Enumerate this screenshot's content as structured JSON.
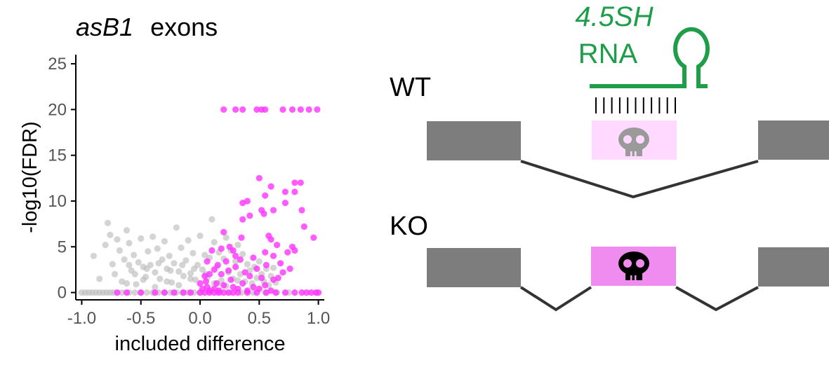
{
  "chart_data": {
    "type": "scatter",
    "title_gene": "asB1",
    "title_suffix": "exons",
    "xlabel": "included difference",
    "ylabel": "-log10(FDR)",
    "xlim": [
      -1.05,
      1.05
    ],
    "ylim": [
      -0.8,
      26
    ],
    "xticks": [
      "-1.0",
      "-0.5",
      "0.0",
      "0.5",
      "1.0"
    ],
    "xtick_values": [
      -1.0,
      -0.5,
      0.0,
      0.5,
      1.0
    ],
    "yticks": [
      "0",
      "5",
      "10",
      "15",
      "20",
      "25"
    ],
    "ytick_values": [
      0,
      5,
      10,
      15,
      20,
      25
    ],
    "grid": false,
    "series": [
      {
        "color": "#bdbdbd",
        "points": [
          [
            -1.0,
            0
          ],
          [
            -0.97,
            0
          ],
          [
            -0.94,
            0
          ],
          [
            -0.91,
            0
          ],
          [
            -0.88,
            0
          ],
          [
            -0.85,
            0
          ],
          [
            -0.82,
            0
          ],
          [
            -0.79,
            0
          ],
          [
            -0.76,
            0
          ],
          [
            -0.73,
            0
          ],
          [
            -0.9,
            4.0
          ],
          [
            -0.8,
            5.2
          ],
          [
            -0.78,
            7.6
          ],
          [
            -0.76,
            6.3
          ],
          [
            -0.74,
            3.1
          ],
          [
            -0.72,
            2.0
          ],
          [
            -0.7,
            5.8
          ],
          [
            -0.68,
            4.6
          ],
          [
            -0.66,
            1.2
          ],
          [
            -0.64,
            3.6
          ],
          [
            -0.62,
            6.8
          ],
          [
            -0.6,
            5.4
          ],
          [
            -0.58,
            2.4
          ],
          [
            -0.56,
            4.1
          ],
          [
            -0.54,
            0.9
          ],
          [
            -0.52,
            3.3
          ],
          [
            -0.5,
            5.9
          ],
          [
            -0.48,
            2.8
          ],
          [
            -0.46,
            1.7
          ],
          [
            -0.44,
            4.5
          ],
          [
            -0.42,
            3.0
          ],
          [
            -0.4,
            6.1
          ],
          [
            -0.38,
            2.2
          ],
          [
            -0.36,
            4.8
          ],
          [
            -0.34,
            1.5
          ],
          [
            -0.32,
            3.6
          ],
          [
            -0.3,
            5.6
          ],
          [
            -0.28,
            2.6
          ],
          [
            -0.26,
            4.0
          ],
          [
            -0.24,
            1.1
          ],
          [
            -0.22,
            3.2
          ],
          [
            -0.2,
            7.1
          ],
          [
            -0.18,
            2.3
          ],
          [
            -0.16,
            4.9
          ],
          [
            -0.14,
            1.8
          ],
          [
            -0.12,
            3.5
          ],
          [
            -0.1,
            5.7
          ],
          [
            -0.08,
            2.1
          ],
          [
            -0.06,
            4.3
          ],
          [
            -0.04,
            1.4
          ],
          [
            -0.02,
            3.0
          ],
          [
            0.0,
            6.2
          ],
          [
            0.02,
            2.5
          ],
          [
            0.04,
            4.1
          ],
          [
            0.06,
            1.6
          ],
          [
            0.08,
            3.8
          ],
          [
            0.1,
            8.0
          ],
          [
            0.12,
            5.5
          ],
          [
            0.14,
            2.8
          ],
          [
            0.16,
            4.4
          ],
          [
            0.18,
            1.3
          ],
          [
            0.2,
            3.7
          ],
          [
            0.22,
            6.0
          ],
          [
            0.24,
            2.2
          ],
          [
            0.26,
            4.6
          ],
          [
            0.28,
            1.5
          ],
          [
            0.3,
            3.4
          ],
          [
            0.32,
            5.2
          ],
          [
            0.34,
            2.0
          ],
          [
            0.36,
            4.2
          ],
          [
            0.38,
            1.2
          ],
          [
            0.4,
            3.1
          ],
          [
            0.42,
            2.4
          ],
          [
            0.44,
            1.0
          ],
          [
            0.46,
            2.8
          ],
          [
            0.48,
            1.6
          ],
          [
            0.5,
            3.4
          ],
          [
            0.52,
            2.0
          ],
          [
            0.54,
            1.2
          ],
          [
            0.56,
            2.6
          ],
          [
            0.58,
            0.8
          ],
          [
            0.6,
            1.8
          ],
          [
            0.62,
            2.7
          ],
          [
            0.64,
            1.1
          ],
          [
            -0.85,
            1.5
          ],
          [
            -0.6,
            3.0
          ],
          [
            -0.55,
            2.0
          ],
          [
            -0.45,
            2.6
          ],
          [
            -0.35,
            3.2
          ],
          [
            -0.25,
            2.4
          ],
          [
            -0.15,
            3.0
          ],
          [
            -0.05,
            2.6
          ],
          [
            0.05,
            2.0
          ],
          [
            -0.62,
            1.0
          ],
          [
            -0.48,
            1.4
          ],
          [
            -0.38,
            0.6
          ],
          [
            -0.28,
            1.2
          ],
          [
            -0.18,
            0.8
          ],
          [
            -0.08,
            1.5
          ],
          [
            0.12,
            1.0
          ],
          [
            0.22,
            0.7
          ],
          [
            0.32,
            1.3
          ],
          [
            -0.66,
            0
          ],
          [
            -0.6,
            0
          ],
          [
            -0.55,
            0
          ],
          [
            -0.5,
            0
          ],
          [
            -0.45,
            0
          ],
          [
            -0.4,
            0
          ],
          [
            -0.35,
            0
          ],
          [
            -0.3,
            0
          ],
          [
            -0.25,
            0
          ],
          [
            -0.2,
            0
          ],
          [
            -0.15,
            0
          ],
          [
            -0.1,
            0
          ],
          [
            -0.05,
            0
          ],
          [
            0.0,
            0
          ],
          [
            0.15,
            0
          ],
          [
            0.25,
            0
          ],
          [
            0.35,
            0
          ],
          [
            0.45,
            0
          ],
          [
            0.55,
            0
          ],
          [
            0.65,
            0
          ],
          [
            0.75,
            0
          ]
        ]
      },
      {
        "color": "#ff33ff",
        "points": [
          [
            0.2,
            20
          ],
          [
            0.3,
            20
          ],
          [
            0.36,
            20
          ],
          [
            0.48,
            20
          ],
          [
            0.52,
            20
          ],
          [
            0.55,
            20
          ],
          [
            0.7,
            20
          ],
          [
            0.78,
            20
          ],
          [
            0.85,
            20
          ],
          [
            0.92,
            20
          ],
          [
            0.99,
            20
          ],
          [
            0.5,
            12.5
          ],
          [
            0.54,
            8.6
          ],
          [
            0.55,
            10.6
          ],
          [
            0.6,
            11.6
          ],
          [
            0.62,
            9.0
          ],
          [
            0.72,
            11.0
          ],
          [
            0.8,
            11.0
          ],
          [
            0.8,
            12.0
          ],
          [
            0.85,
            12.0
          ],
          [
            0.72,
            9.8
          ],
          [
            0.86,
            9.0
          ],
          [
            0.88,
            7.2
          ],
          [
            0.36,
            8.0
          ],
          [
            0.4,
            10.0
          ],
          [
            0.42,
            8.4
          ],
          [
            0.36,
            9.8
          ],
          [
            0.52,
            9.0
          ],
          [
            0.96,
            6.0
          ],
          [
            0.78,
            5.0
          ],
          [
            0.58,
            6.2
          ],
          [
            0.6,
            5.8
          ],
          [
            0.65,
            5.2
          ],
          [
            0.55,
            4.4
          ],
          [
            0.45,
            3.8
          ],
          [
            0.28,
            4.6
          ],
          [
            0.3,
            4.0
          ],
          [
            0.22,
            3.4
          ],
          [
            0.25,
            5.0
          ],
          [
            0.35,
            6.0
          ],
          [
            0.2,
            6.6
          ],
          [
            0.18,
            4.8
          ],
          [
            0.15,
            3.0
          ],
          [
            0.12,
            2.5
          ],
          [
            0.1,
            4.6
          ],
          [
            0.08,
            2.0
          ],
          [
            0.05,
            1.2
          ],
          [
            0.06,
            3.4
          ],
          [
            0.14,
            1.0
          ],
          [
            0.18,
            2.0
          ],
          [
            0.24,
            2.4
          ],
          [
            0.3,
            2.8
          ],
          [
            0.34,
            3.6
          ],
          [
            0.38,
            2.2
          ],
          [
            0.42,
            1.8
          ],
          [
            0.48,
            2.6
          ],
          [
            0.52,
            1.6
          ],
          [
            0.56,
            3.0
          ],
          [
            0.62,
            4.0
          ],
          [
            0.68,
            3.2
          ],
          [
            0.74,
            4.4
          ],
          [
            0.8,
            4.6
          ],
          [
            0.7,
            2.2
          ],
          [
            0.62,
            1.4
          ],
          [
            0.55,
            0.8
          ],
          [
            0.45,
            0.6
          ],
          [
            0.36,
            1.0
          ],
          [
            0.28,
            0.6
          ],
          [
            0.2,
            0.8
          ],
          [
            0.12,
            0.4
          ],
          [
            0.06,
            0.6
          ],
          [
            0.02,
            0.4
          ],
          [
            0.0,
            1.0
          ],
          [
            0.04,
            1.8
          ],
          [
            0.08,
            0.2
          ],
          [
            0.16,
            0.2
          ],
          [
            0.26,
            1.4
          ],
          [
            0.32,
            0.4
          ],
          [
            0.4,
            0.2
          ],
          [
            0.5,
            0.4
          ],
          [
            0.6,
            0.2
          ],
          [
            0.66,
            1.6
          ],
          [
            0.76,
            2.6
          ],
          [
            -0.7,
            0
          ],
          [
            -0.62,
            0
          ],
          [
            -0.5,
            0
          ],
          [
            -0.38,
            0
          ],
          [
            -0.3,
            0
          ],
          [
            -0.22,
            0
          ],
          [
            -0.14,
            0
          ],
          [
            -0.08,
            0
          ],
          [
            0.0,
            0
          ],
          [
            0.04,
            0
          ],
          [
            0.08,
            0
          ],
          [
            0.12,
            0
          ],
          [
            0.16,
            0
          ],
          [
            0.2,
            0
          ],
          [
            0.24,
            0
          ],
          [
            0.28,
            0
          ],
          [
            0.32,
            0
          ],
          [
            0.4,
            0
          ],
          [
            0.48,
            0
          ],
          [
            0.56,
            0
          ],
          [
            0.64,
            0
          ],
          [
            0.72,
            0
          ],
          [
            0.8,
            0
          ],
          [
            0.86,
            0
          ],
          [
            0.9,
            0
          ],
          [
            0.94,
            0
          ],
          [
            0.98,
            0
          ],
          [
            1.0,
            0
          ]
        ]
      }
    ]
  },
  "diagram": {
    "wt_label": "WT",
    "ko_label": "KO",
    "rna_line1": "4.5SH",
    "rna_line2": "RNA",
    "rna_color": "#1f9e4a",
    "exon_color": "#7d7d7d",
    "wt_exon_color": "#ffd9ff",
    "ko_exon_color": "#f08cf0",
    "wt_icon_color": "#9a9a9a",
    "ko_icon_color": "#000000",
    "intron_color": "#333333",
    "icon_name": "skull-icon"
  }
}
